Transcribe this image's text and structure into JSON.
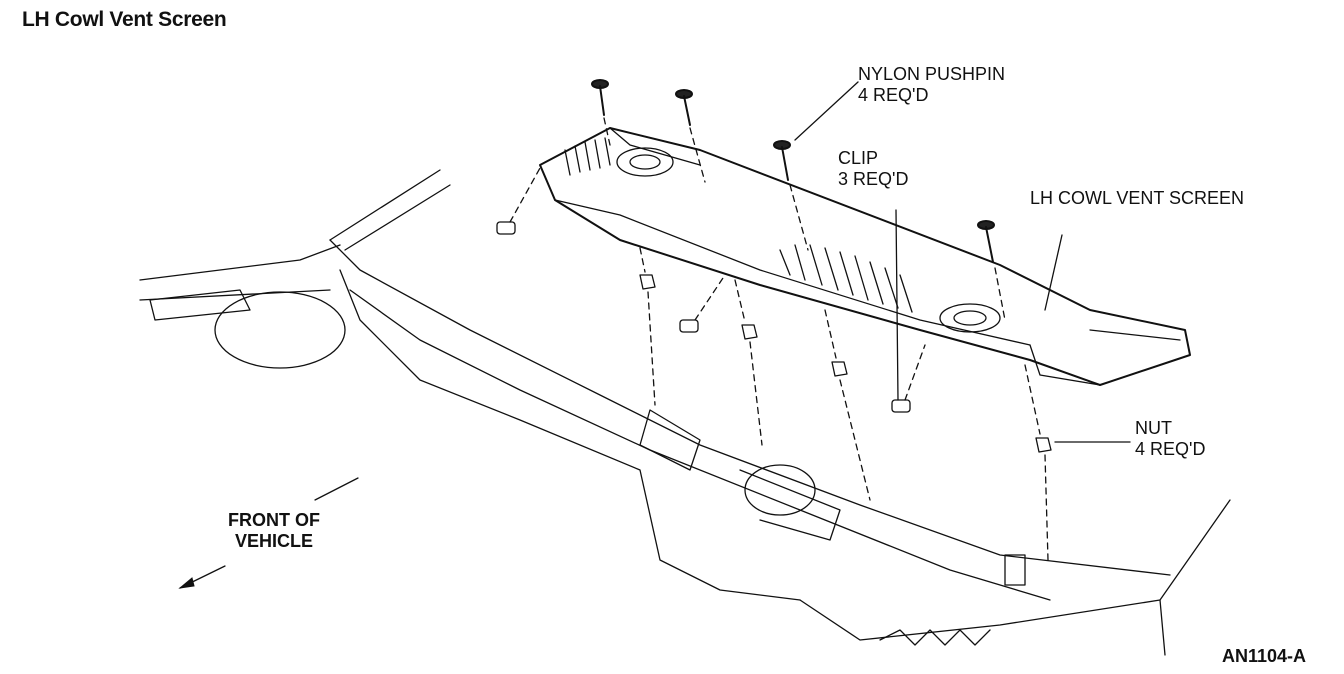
{
  "title": "LH Cowl Vent Screen",
  "labels": {
    "pushpin": "NYLON PUSHPIN\n4 REQ'D",
    "clip": "CLIP\n3 REQ'D",
    "screen": "LH COWL VENT SCREEN",
    "nut": "NUT\n4 REQ'D",
    "front": "FRONT OF\nVEHICLE",
    "figure_id": "AN1104-A"
  }
}
